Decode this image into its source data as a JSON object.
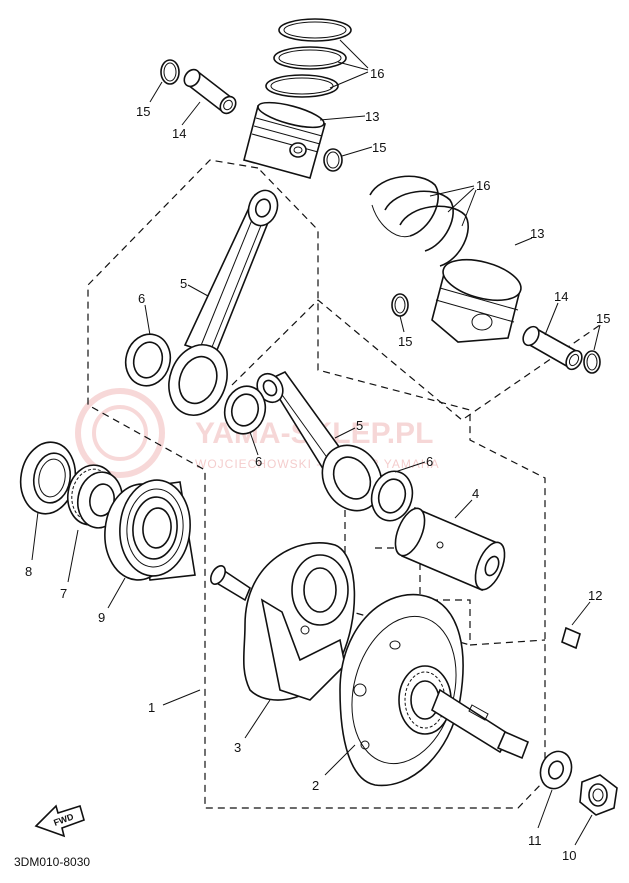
{
  "diagram": {
    "drawing_code": "3DM010-8030",
    "fwd_label": "FWD",
    "watermark": {
      "title": "YAMA-SKLEP.PL",
      "subtitle": "WOJCIECHOWSKI - DEALER YAMAHA"
    },
    "callouts": [
      {
        "id": "c1",
        "text": "1"
      },
      {
        "id": "c2",
        "text": "2"
      },
      {
        "id": "c3",
        "text": "3"
      },
      {
        "id": "c4",
        "text": "4"
      },
      {
        "id": "c5a",
        "text": "5"
      },
      {
        "id": "c5b",
        "text": "5"
      },
      {
        "id": "c6a",
        "text": "6"
      },
      {
        "id": "c6b",
        "text": "6"
      },
      {
        "id": "c6c",
        "text": "6"
      },
      {
        "id": "c7",
        "text": "7"
      },
      {
        "id": "c8",
        "text": "8"
      },
      {
        "id": "c9",
        "text": "9"
      },
      {
        "id": "c10",
        "text": "10"
      },
      {
        "id": "c11",
        "text": "11"
      },
      {
        "id": "c12",
        "text": "12"
      },
      {
        "id": "c13a",
        "text": "13"
      },
      {
        "id": "c13b",
        "text": "13"
      },
      {
        "id": "c14a",
        "text": "14"
      },
      {
        "id": "c14b",
        "text": "14"
      },
      {
        "id": "c15a",
        "text": "15"
      },
      {
        "id": "c15b",
        "text": "15"
      },
      {
        "id": "c15c",
        "text": "15"
      },
      {
        "id": "c15d",
        "text": "15"
      },
      {
        "id": "c16a",
        "text": "16"
      },
      {
        "id": "c16b",
        "text": "16"
      }
    ]
  }
}
